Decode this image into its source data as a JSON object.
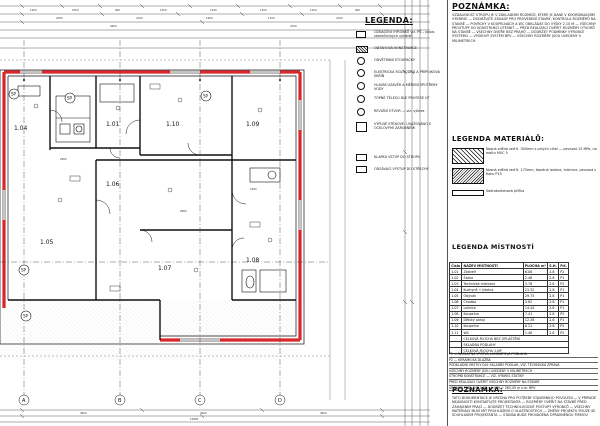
{
  "rooms_plan": [
    {
      "num": "1.04",
      "label_note": ""
    },
    {
      "num": "1.01",
      "label_note": ""
    },
    {
      "num": "1.10",
      "label_note": ""
    },
    {
      "num": "1.09",
      "label_note": ""
    },
    {
      "num": "1.05",
      "label_note": ""
    },
    {
      "num": "1.06",
      "label_note": ""
    },
    {
      "num": "1.07",
      "label_note": ""
    },
    {
      "num": "1.08",
      "label_note": ""
    }
  ],
  "axes": [
    "A",
    "B",
    "C",
    "D"
  ],
  "section_marks": [
    "SP",
    "SP",
    "SP",
    "SP",
    "SP"
  ],
  "right_panel": {
    "legend_title": "LEGENDA:",
    "notes_title": "POZNÁMKA:",
    "materials_title": "LEGENDA MATERIÁLŮ:",
    "rooms_title": "LEGENDA MÍSTNOSTÍ",
    "notes2_title": "POZNÁMKA:",
    "legend_items": [
      "OZNAČENÍ VÝROBKŮ\nviz. PS – popis zámečnických výrobků",
      "ODTAHOVÁ KONSTRUKCE",
      "ODVĚTRÁNÍ STOUPAČKY",
      "ELEKTRICKÁ ROZVODNÁ A PŘÍPOJKOVÁ SKŘÍŇ",
      "HLAVNÍ UZÁVĚR A MĚŘENÍ SPOTŘEBY VODY",
      "TOPNÉ TĚLESO DLE PROFESE ÚT",
      "REVIZNÍ OTVOR — viz. výkres",
      "VÝPLNĚ STĚNOVÉ: UVAŽOVÁNO S OCELOVÝMI ZÁRUBNĚMI",
      "KLAPKA VSTUP DO STROPU",
      "ODSÁVACÍ VÝSTUP DO STŘECHY"
    ],
    "notes_text": "VZDÁLENOST STROPU JE V ZÁKLADNÍM ROZMEZÍ, KTERÉ JE DANÉ V KOORDINAČNÍM VÝKRESE — DODRŽUJTE ZÁSADY PRO PROVEDENÍ STAVBY, KONTROLA ROZMĚRŮ NA STAVBĚ — POVRCHY V KOUPELNÁCH A WC OBKLÁDAT DO VÝŠKY 2,10 M — VŠECHNY PROSTUPY DO KONSTRUKCÍ UTĚSNIT — PŘED REALIZACÍ OVĚŘIT ROZMĚRY OTVORŮ NA STAVBĚ — VŠECHNY DVEŘE BEZ PRAHŮ — DODRŽET PODMÍNKY VÝROBCE SYSTÉMU — VÝŠKOVÝ SYSTÉM BPV — VŠECHNY ROZMĚRY JSOU UVEDENY V MILIMETRECH",
    "materials": [
      "Nosná zděná zeď tl. 300mm z plných cihel — pevnost 15 MPa, na maltu MVC 5",
      "Nosná zděná zeď tl. 175mm, tepelná izolace, tvárnice, pevnost v tlaku P15",
      "Sádrokartonová příčka"
    ],
    "rooms_headers": [
      "Číslo",
      "NÁZEV MÍSTNOSTI",
      "PLOCHA m²",
      "S.H.",
      "P.K."
    ],
    "rooms": [
      [
        "1.01",
        "Zádveří",
        "6.08",
        "2.8",
        "P2"
      ],
      [
        "1.02",
        "Šatna",
        "2.46",
        "2.8",
        "P1"
      ],
      [
        "1.03",
        "Technická místnost",
        "3.78",
        "2.8",
        "P2"
      ],
      [
        "1.04",
        "Kuchyně + jídelna",
        "21.32",
        "2.8",
        "P1"
      ],
      [
        "1.05",
        "Obývák",
        "29.75",
        "2.8",
        "P1"
      ],
      [
        "1.06",
        "Chodba",
        "5.82",
        "2.8",
        "P1"
      ],
      [
        "1.07",
        "Ložnice",
        "14.44",
        "2.8",
        "P1"
      ],
      [
        "1.08",
        "Koupelna",
        "7.41",
        "2.8",
        "P2"
      ],
      [
        "1.09",
        "Dětský pokoj",
        "12.38",
        "2.8",
        "P1"
      ],
      [
        "1.10",
        "Koupelna",
        "6.21",
        "2.8",
        "P2"
      ],
      [
        "1.11",
        "WC",
        "1.48",
        "2.8",
        "P2"
      ]
    ],
    "rooms_sums": [
      "CELKOVÁ PLOCHA BEZ OPLÁŠTĚNÍ",
      "SKLADBA PODLAHY",
      "CELKOVÁ PLOCHA 1.NP"
    ],
    "extra_rows": [
      "P1 — NÁŠLAPNÁ VRSTVA LAMINÁTOVÁ PODLAHA",
      "P2 — KERAMICKÁ DLAŽBA",
      "PODKLADNÍ VRSTVY DLE SKLADBY PODLAH, VIZ. TECHNICKÁ ZPRÁVA",
      "VŠECHNY ROZMĚRY JSOU UVEDENY V MILIMETRECH",
      "STROPNÍ KONSTRUKCE — VIZ. VÝKRES STATIKY",
      "PŘED REALIZACÍ OVĚŘIT VŠECHNY ROZMĚRY NA STAVBĚ",
      "ÚROVEŇ PODLAHY 1.NP ±0,000 = 263,45 m n.m. BPV"
    ],
    "notes2_text": "TATO DOKUMENTACE JE URČENA PRO POTŘEBY STAVEBNÍHO POVOLENÍ — V PŘÍPADĚ NEJASNOSTÍ KONTAKTUJTE PROJEKTANTA — ROZMĚRY OVĚŘIT NA STAVBĚ PŘED ZAHÁJENÍM PRACÍ — DODRŽET TECHNOLOGICKÉ POSTUPY VÝROBCŮ — VŠECHNY MATERIÁLY MUSÍ MÍT PROHLÁŠENÍ O VLASTNOSTECH — ZMĚNY PROJEKTU POUZE SE SOUHLASEM PROJEKTANTA — STAVBA BUDE PROVÁDĚNA OPRÁVNĚNOU FIRMOU"
  },
  "colors": {
    "wall_red": "#d8262a",
    "line": "#1a1a1a"
  }
}
